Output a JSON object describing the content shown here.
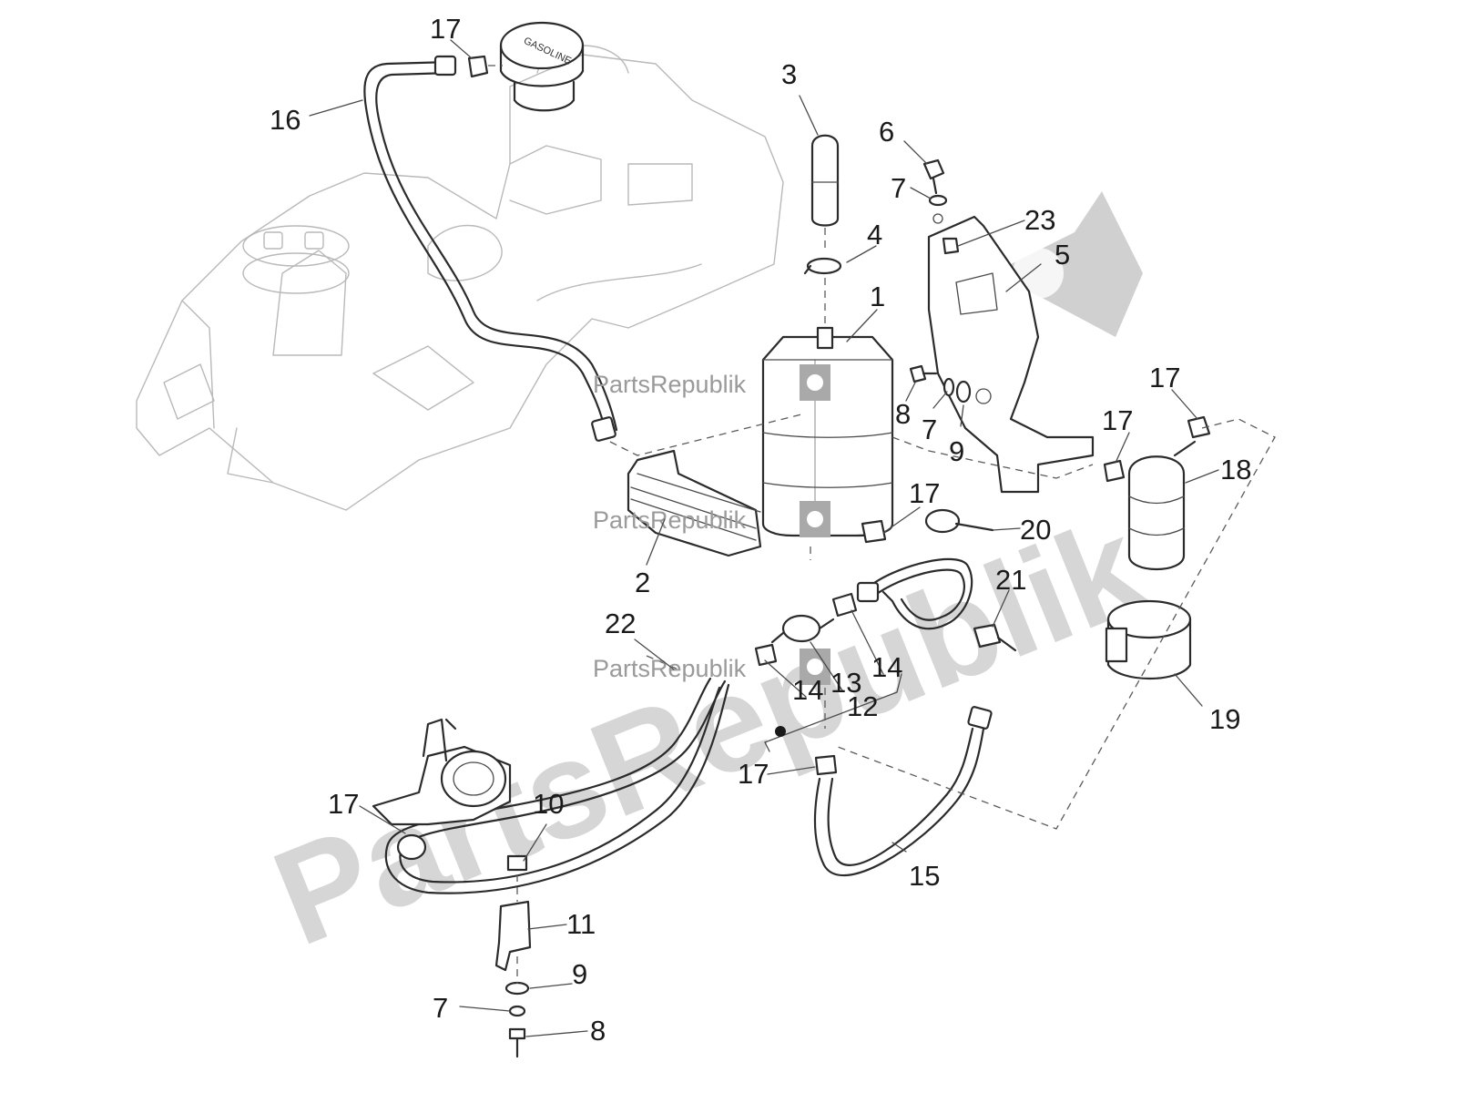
{
  "diagram": {
    "watermark": {
      "big_text": "PartsRepublik",
      "small_text": "PartsRepublik"
    },
    "tank_cap_text": "GASOLINE",
    "part_numbers": {
      "p1": "1",
      "p2": "2",
      "p3": "3",
      "p4": "4",
      "p5": "5",
      "p6": "6",
      "p7a": "7",
      "p7b": "7",
      "p7c": "7",
      "p8a": "8",
      "p8b": "8",
      "p9a": "9",
      "p9b": "9",
      "p10": "10",
      "p11": "11",
      "p12": "12",
      "p13": "13",
      "p14a": "14",
      "p14b": "14",
      "p15": "15",
      "p16": "16",
      "p17a": "17",
      "p17b": "17",
      "p17c": "17",
      "p17d": "17",
      "p17e": "17",
      "p17f": "17",
      "p18": "18",
      "p19": "19",
      "p20": "20",
      "p21": "21",
      "p22": "22",
      "p23": "23"
    }
  }
}
